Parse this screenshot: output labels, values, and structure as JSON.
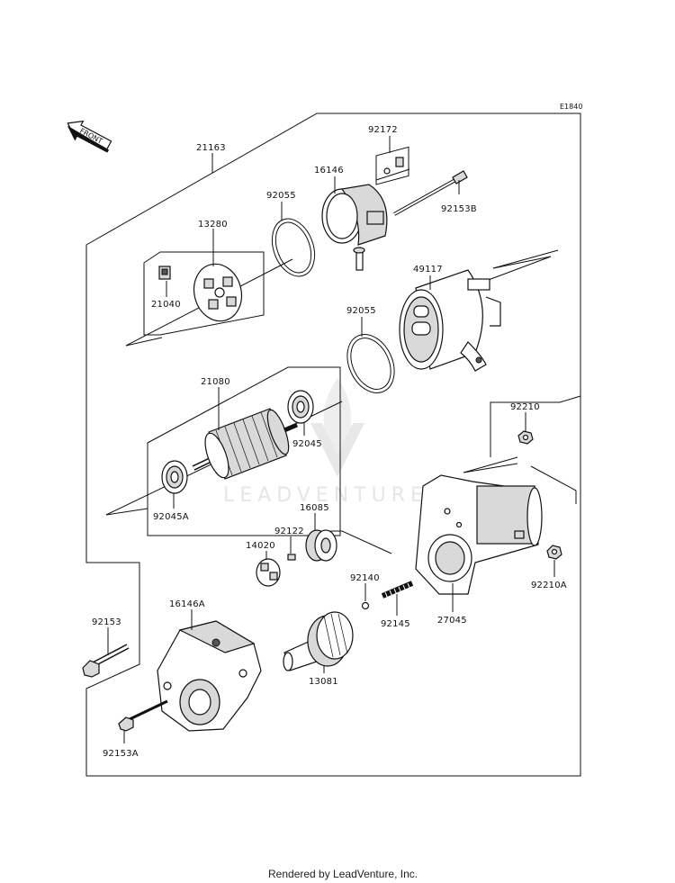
{
  "diagram_code": "E1840",
  "front_label": "FRONT",
  "watermark": "LEADVENTURE",
  "footer": "Rendered by LeadVenture, Inc.",
  "parts": {
    "p21163": "21163",
    "p92172": "92172",
    "p16146": "16146",
    "p92055a": "92055",
    "p92153B": "92153B",
    "p13280": "13280",
    "p21040": "21040",
    "p49117": "49117",
    "p92055b": "92055",
    "p21080": "21080",
    "p92045": "92045",
    "p92045A": "92045A",
    "p92210": "92210",
    "p16085": "16085",
    "p92122": "92122",
    "p14020": "14020",
    "p92140": "92140",
    "p92145": "92145",
    "p27045": "27045",
    "p92210A": "92210A",
    "p92153": "92153",
    "p16146A": "16146A",
    "p13081": "13081",
    "p92153A": "92153A"
  }
}
